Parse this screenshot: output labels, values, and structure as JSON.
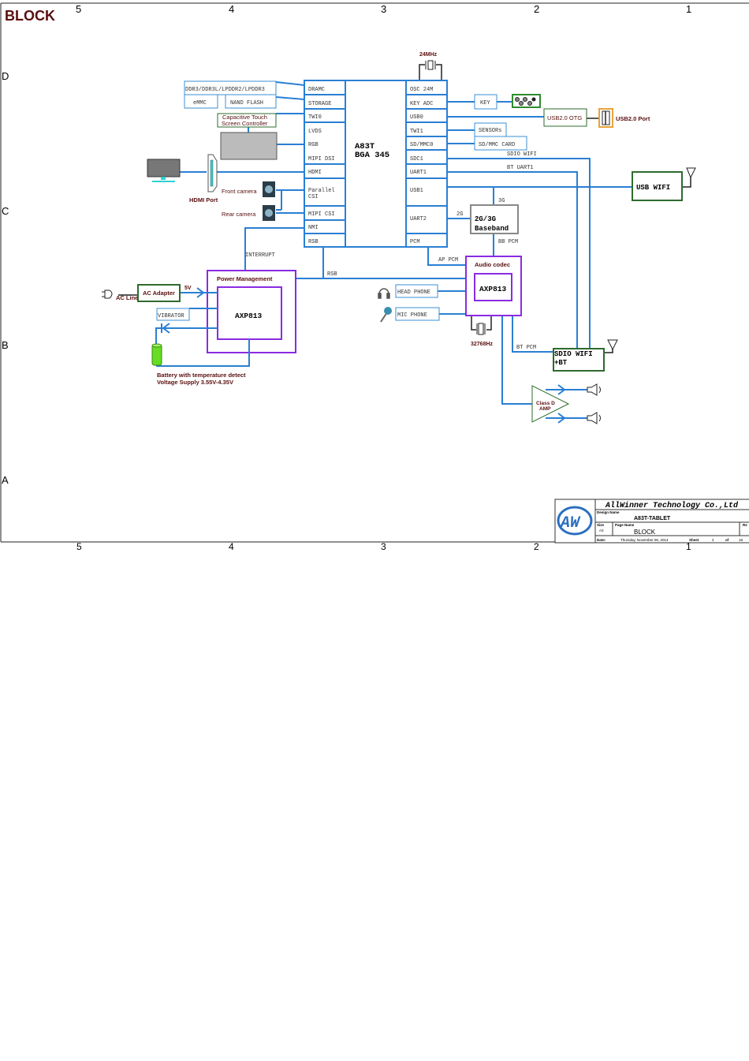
{
  "page": {
    "title": "BLOCK",
    "zone_columns": [
      "5",
      "4",
      "3",
      "2",
      "1"
    ],
    "zone_rows": [
      "D",
      "C",
      "B",
      "A"
    ]
  },
  "colors": {
    "wire": "#2a7fd4",
    "box_border_blue": "#3b8fd6",
    "title_red": "#5a0f0f",
    "purple": "#8a2be2",
    "green": "#2e6b2e",
    "orange": "#e8a33a"
  },
  "soc": {
    "name_line1": "A83T",
    "name_line2": "BGA 345",
    "left_pins": [
      "DRAMC",
      "STORAGE",
      "TWI0",
      "LVDS",
      "RGB",
      "MIPI DSI",
      "HDMI",
      "Parallel",
      "CSI",
      "MIPI CSI",
      "NMI",
      "RSB"
    ],
    "right_pins": [
      "OSC 24M",
      "KEY ADC",
      "USB0",
      "TWI1",
      "SD/MMC0",
      "SDC1",
      "UART1",
      "USB1",
      "UART2",
      "PCM"
    ]
  },
  "memory": {
    "ddr": "DDR3/DDR3L/LPDDR2/LPDDR3",
    "emmc": "eMMC",
    "nand": "NAND FLASH"
  },
  "touch_controller": {
    "line1": "Capacitive Touch",
    "line2": "Screen Controller"
  },
  "hdmi": {
    "port_label": "HDMI Port"
  },
  "cameras": {
    "front": "Front camera",
    "rear": "Rear camera"
  },
  "crystals": {
    "main": "24MHz",
    "rtc": "32768Hz"
  },
  "peripherals": {
    "key": "KEY",
    "usb_otg": "USB2.0 OTG",
    "usb_port": "USB2.0 Port",
    "sensors": "SENSORs",
    "sd_card": "SD/MMC CARD",
    "usb_wifi": "USB WIFI",
    "baseband_line1": "2G/3G",
    "baseband_line2": "Baseband",
    "sdio_wifi_line1": "SDIO WIFI",
    "sdio_wifi_line2": "+BT",
    "class_d_line1": "Class D",
    "class_d_line2": "AMP",
    "head_phone": "HEAD PHONE",
    "mic_phone": "MIC PHONE",
    "vibrator": "VIBRATOR"
  },
  "signals": {
    "sdio_wifi": "SDIO WIFI",
    "bt_uart1": "BT UART1",
    "g3": "3G",
    "g2": "2G",
    "bb_pcm": "BB PCM",
    "ap_pcm": "AP PCM",
    "bt_pcm": "BT PCM",
    "interrupt": "INTERRUPT",
    "rsb": "RSB",
    "v5": "5V"
  },
  "power": {
    "block_title": "Power Management",
    "pmic": "AXP813",
    "ac_adapter": "AC Adapter",
    "ac_line": "AC Line",
    "battery_line1": "Battery with temperature detect",
    "battery_line2": "Voltage Supply 3.55V-4.35V"
  },
  "audio": {
    "block_title": "Audio codec",
    "codec": "AXP813"
  },
  "title_block": {
    "company": "AllWinner Technology Co.,Ltd",
    "design_name_label": "Design Name",
    "design_name": "A83T-TABLET",
    "size_label": "Size",
    "size": "A3",
    "page_name_label": "Page Name",
    "page_name": "BLOCK",
    "rev_label": "Re",
    "date_label": "Date:",
    "date": "Thursday, November 06, 2014",
    "sheet_label": "Sheet",
    "sheet": "2",
    "of_label": "of",
    "total_sheets": "18"
  }
}
